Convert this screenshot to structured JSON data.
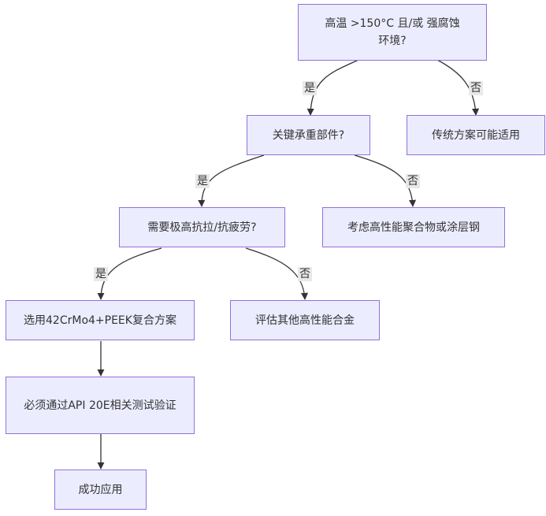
{
  "flowchart": {
    "nodes": {
      "q_env": {
        "text": "高温 >150°C 且/或 强腐蚀环境?"
      },
      "q_key": {
        "text": "关键承重部件?"
      },
      "trad": {
        "text": "传统方案可能适用"
      },
      "q_strength": {
        "text": "需要极高抗拉/抗疲劳?"
      },
      "polymer": {
        "text": "考虑高性能聚合物或涂层钢"
      },
      "combo": {
        "text": "选用42CrMo4+PEEK复合方案"
      },
      "alloy": {
        "text": "评估其他高性能合金"
      },
      "verify": {
        "text": "必须通过API 20E相关测试验证"
      },
      "success": {
        "text": "成功应用"
      }
    },
    "edge_labels": {
      "yes": "是",
      "no": "否"
    }
  },
  "colors": {
    "node_fill": "#ECECFF",
    "node_border": "#9370DB",
    "edge": "#333333",
    "label_bg": "#e8e8e8"
  }
}
